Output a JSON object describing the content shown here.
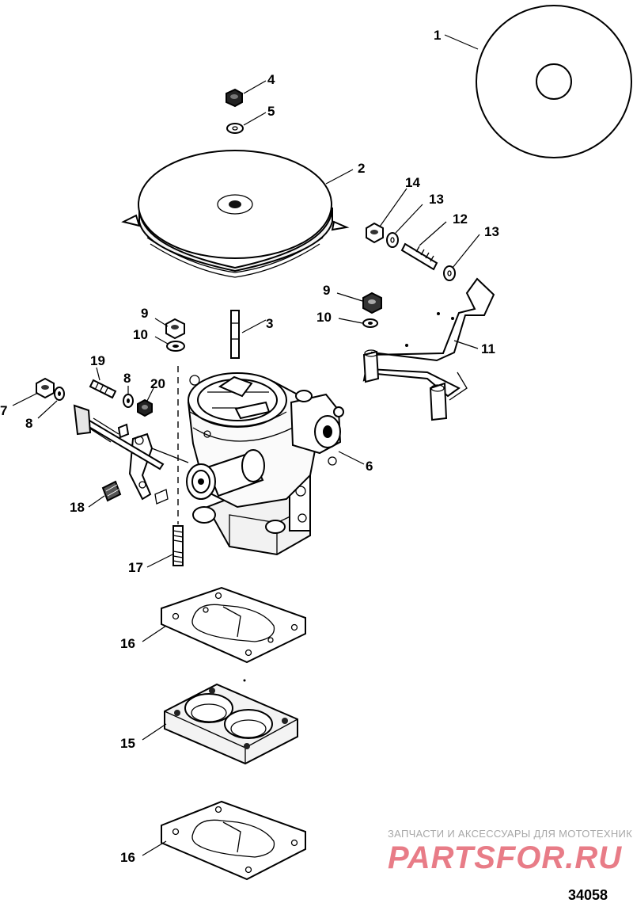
{
  "callouts": {
    "c1": "1",
    "c2": "2",
    "c3": "3",
    "c4": "4",
    "c5": "5",
    "c6": "6",
    "c7": "7",
    "c8a": "8",
    "c8b": "8",
    "c9a": "9",
    "c9b": "9",
    "c10a": "10",
    "c10b": "10",
    "c11": "11",
    "c12": "12",
    "c13a": "13",
    "c13b": "13",
    "c14": "14",
    "c15": "15",
    "c16a": "16",
    "c16b": "16",
    "c17": "17",
    "c18": "18",
    "c19": "19",
    "c20": "20"
  },
  "watermark": {
    "tagline": "ЗАПЧАСТИ И АКСЕССУАРЫ ДЛЯ МОТОТЕХНИКИ",
    "logo": "PARTSFOR.RU",
    "logo_color": "#e87c87"
  },
  "figure_number": "34058"
}
